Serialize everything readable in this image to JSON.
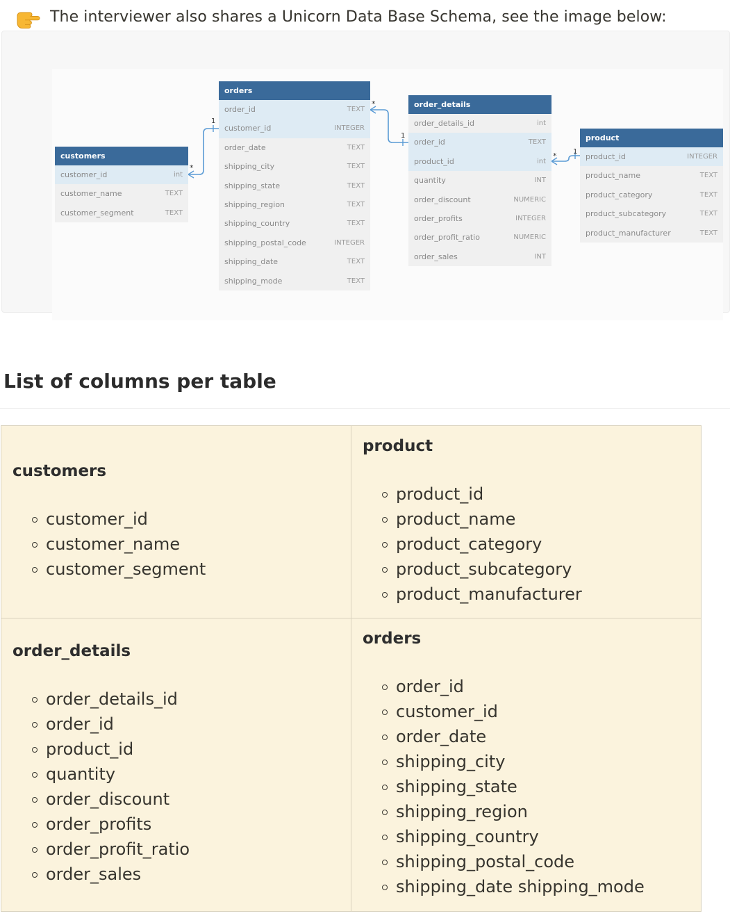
{
  "callout": {
    "icon": "pointing-hand-icon",
    "text": "The interviewer also shares a Unicorn Data Base Schema, see the image below:"
  },
  "schema": {
    "colors": {
      "header": "#3a6a9a",
      "highlight": "#deebf4",
      "connector": "#5b9bd5"
    },
    "tables": {
      "orders": {
        "name": "orders",
        "rows": [
          {
            "col": "order_id",
            "type": "TEXT"
          },
          {
            "col": "customer_id",
            "type": "INTEGER"
          },
          {
            "col": "order_date",
            "type": "TEXT"
          },
          {
            "col": "shipping_city",
            "type": "TEXT"
          },
          {
            "col": "shipping_state",
            "type": "TEXT"
          },
          {
            "col": "shipping_region",
            "type": "TEXT"
          },
          {
            "col": "shipping_country",
            "type": "TEXT"
          },
          {
            "col": "shipping_postal_code",
            "type": "INTEGER"
          },
          {
            "col": "shipping_date",
            "type": "TEXT"
          },
          {
            "col": "shipping_mode",
            "type": "TEXT"
          }
        ]
      },
      "customers": {
        "name": "customers",
        "rows": [
          {
            "col": "customer_id",
            "type": "int"
          },
          {
            "col": "customer_name",
            "type": "TEXT"
          },
          {
            "col": "customer_segment",
            "type": "TEXT"
          }
        ]
      },
      "order_details": {
        "name": "order_details",
        "rows": [
          {
            "col": "order_details_id",
            "type": "int"
          },
          {
            "col": "order_id",
            "type": "TEXT"
          },
          {
            "col": "product_id",
            "type": "int"
          },
          {
            "col": "quantity",
            "type": "INT"
          },
          {
            "col": "order_discount",
            "type": "NUMERIC"
          },
          {
            "col": "order_profits",
            "type": "INTEGER"
          },
          {
            "col": "order_profit_ratio",
            "type": "NUMERIC"
          },
          {
            "col": "order_sales",
            "type": "INT"
          }
        ]
      },
      "product": {
        "name": "product",
        "rows": [
          {
            "col": "product_id",
            "type": "INTEGER"
          },
          {
            "col": "product_name",
            "type": "TEXT"
          },
          {
            "col": "product_category",
            "type": "TEXT"
          },
          {
            "col": "product_subcategory",
            "type": "TEXT"
          },
          {
            "col": "product_manufacturer",
            "type": "TEXT"
          }
        ]
      }
    },
    "relations": [
      {
        "one": "1",
        "many": "*"
      },
      {
        "one": "1",
        "many": "*"
      },
      {
        "one": "1",
        "many": "*"
      }
    ]
  },
  "section": {
    "title": "List of columns per table"
  },
  "column_lists": {
    "customers": {
      "title": "customers",
      "items": [
        "customer_id",
        "customer_name",
        "customer_segment"
      ]
    },
    "product": {
      "title": "product",
      "items": [
        "product_id",
        "product_name",
        "product_category",
        "product_subcategory",
        "product_manufacturer"
      ]
    },
    "order_details": {
      "title": "order_details",
      "items": [
        "order_details_id",
        "order_id",
        "product_id",
        "quantity",
        "order_discount",
        "order_profits",
        "order_profit_ratio",
        "order_sales"
      ]
    },
    "orders": {
      "title": "orders",
      "items": [
        "order_id",
        "customer_id",
        "order_date",
        "shipping_city",
        "shipping_state",
        "shipping_region",
        "shipping_country",
        "shipping_postal_code",
        "shipping_date shipping_mode"
      ]
    }
  },
  "cell_background": "#fbf3dd"
}
